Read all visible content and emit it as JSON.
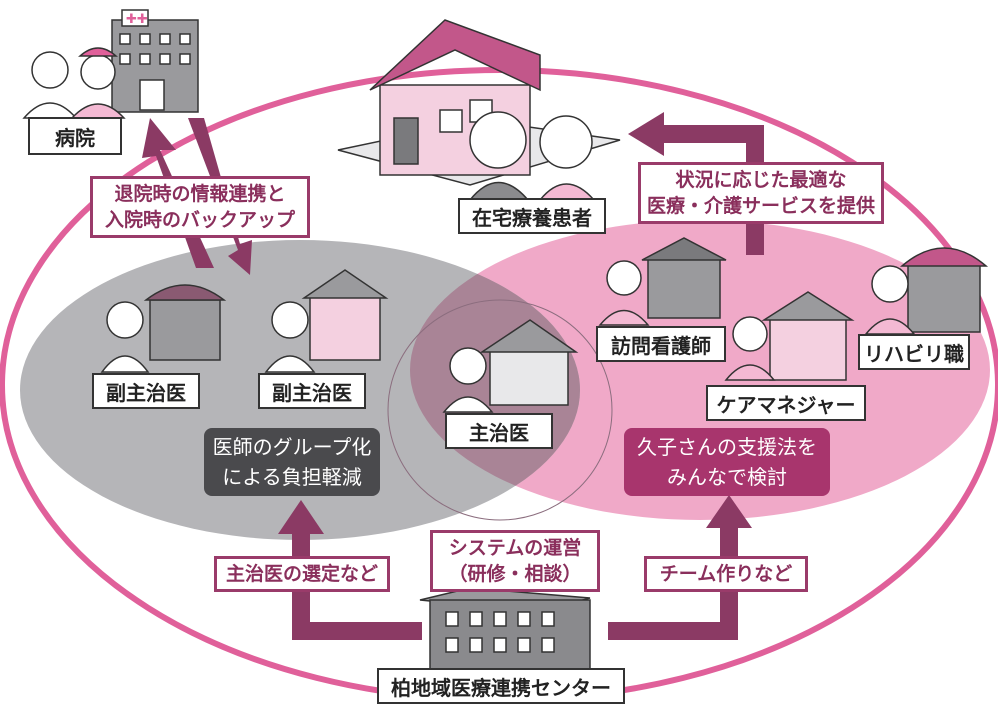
{
  "colors": {
    "outer_ring": "#e0609a",
    "grey_area": "#b5b5b8",
    "pink_area": "#f0a9c8",
    "arrow": "#8b3a64",
    "building": "#7a7a7d"
  },
  "labels": {
    "hospital": "病院",
    "home_patient": "在宅療養患者",
    "sub_doctor_1": "副主治医",
    "sub_doctor_2": "副主治医",
    "main_doctor": "主治医",
    "visiting_nurse": "訪問看護師",
    "care_manager": "ケアマネジャー",
    "rehab": "リハビリ職",
    "center": "柏地域医療連携センター"
  },
  "callouts": {
    "hospital_link_1": "退院時の情報連携と",
    "hospital_link_2": "入院時のバックアップ",
    "services_1": "状況に応じた最適な",
    "services_2": "医療・介護サービスを提供",
    "system_1": "システムの運営",
    "system_2": "（研修・相談）",
    "select_doctor": "主治医の選定など",
    "team": "チーム作りなど"
  },
  "boxes": {
    "group_1": "医師のグループ化",
    "group_2": "による負担軽減",
    "discuss_1": "久子さんの支援法を",
    "discuss_2": "みんなで検討"
  },
  "icons": [
    "hospital-building-icon",
    "doctor-icon",
    "nurse-icon",
    "house-icon",
    "elderly-couple-icon",
    "clinic-icon",
    "center-building-icon"
  ]
}
